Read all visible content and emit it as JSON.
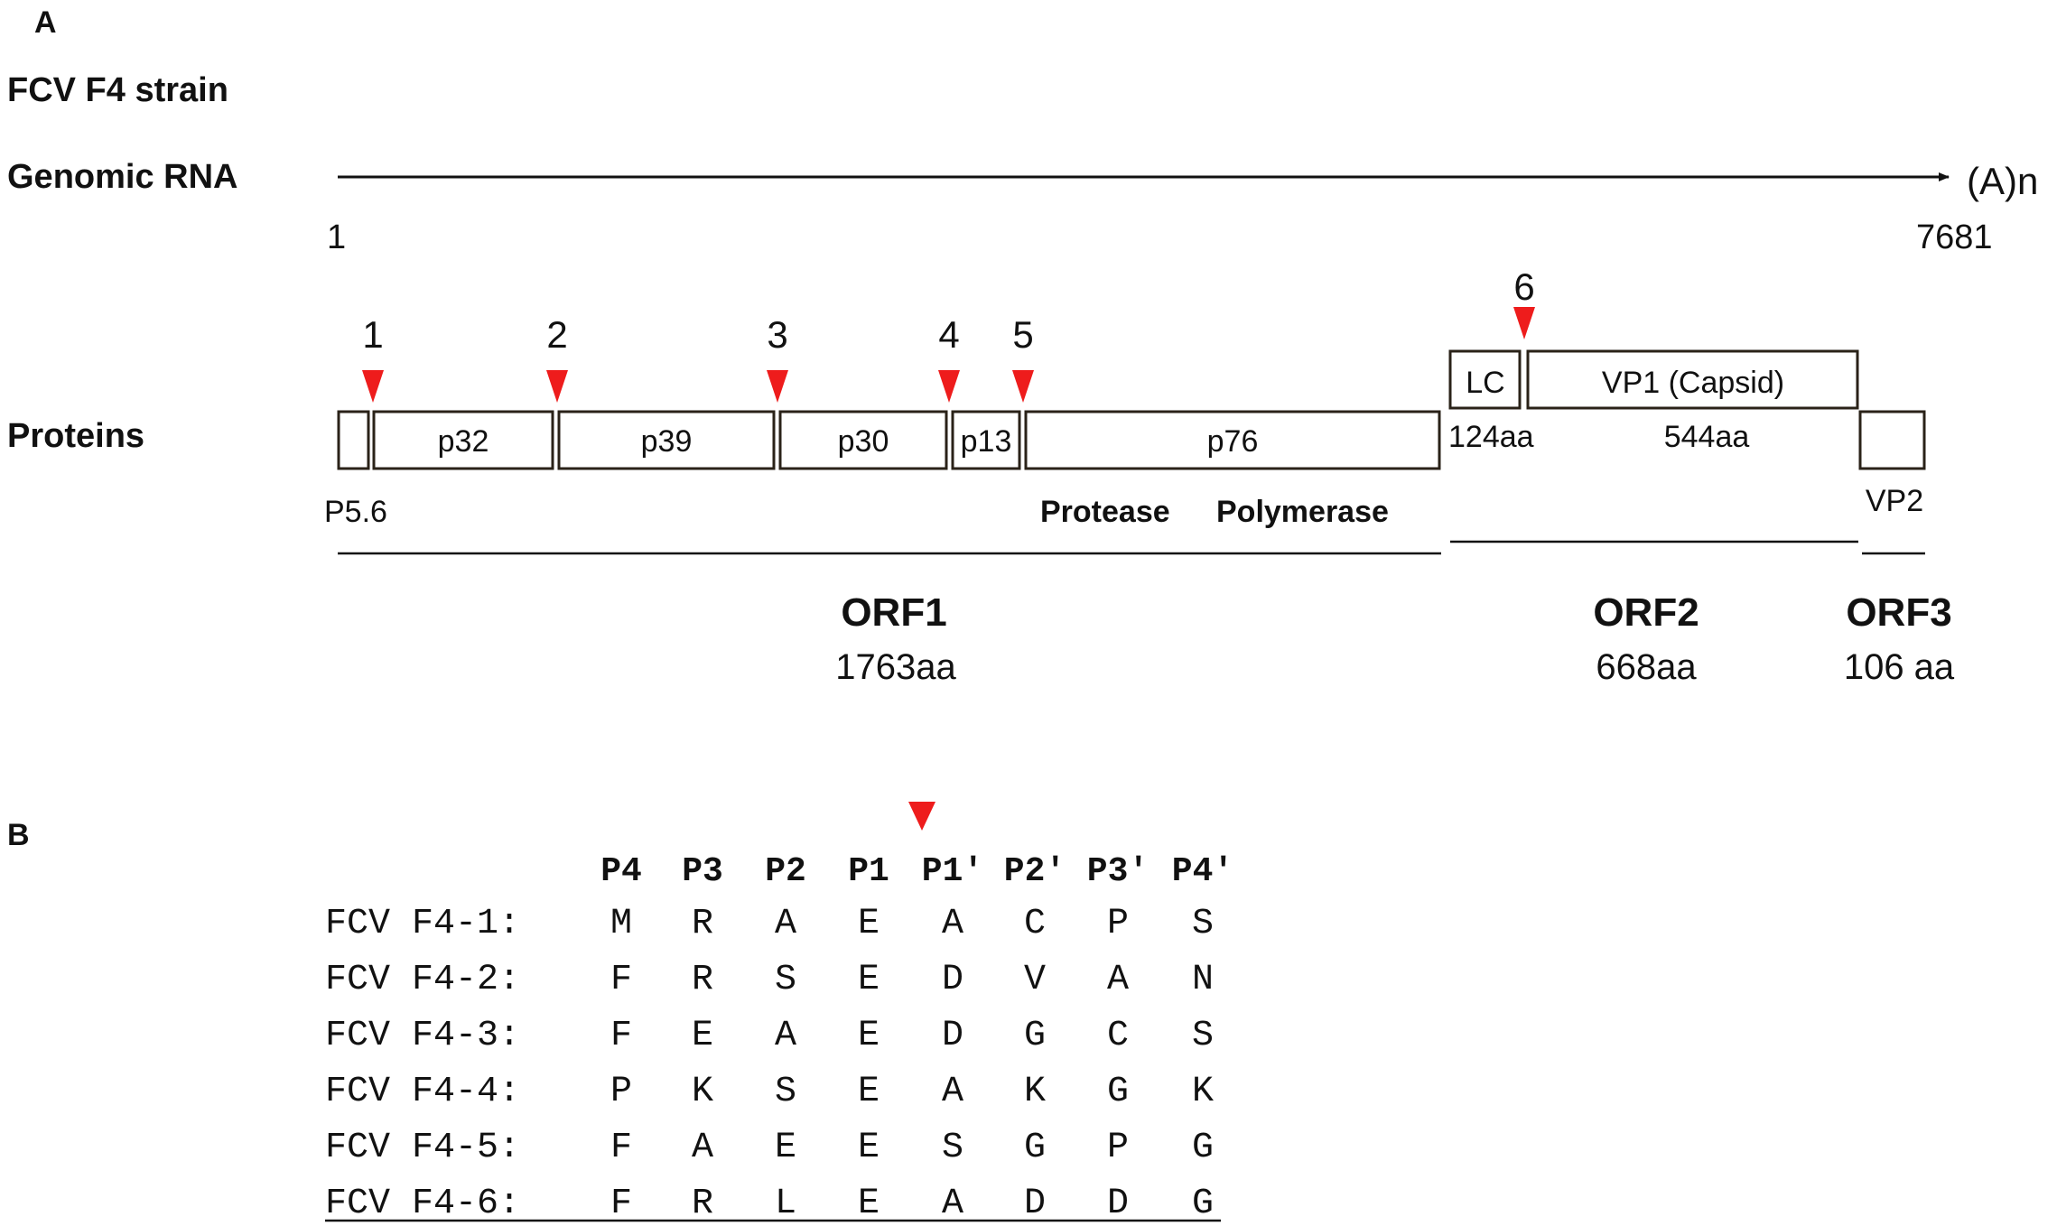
{
  "panel_a": {
    "panel_label": "A",
    "strain_title": "FCV F4 strain",
    "genomic_rna_label": "Genomic RNA",
    "poly_a_label": "(A)n",
    "genome_start": "1",
    "genome_end": "7681",
    "proteins_label": "Proteins",
    "proteins": [
      {
        "id": "p5_6",
        "label": ""
      },
      {
        "id": "p32",
        "label": "p32"
      },
      {
        "id": "p39",
        "label": "p39"
      },
      {
        "id": "p30",
        "label": "p30"
      },
      {
        "id": "p13",
        "label": "p13"
      },
      {
        "id": "p76",
        "label": "p76"
      },
      {
        "id": "lc",
        "label": "LC"
      },
      {
        "id": "vp1",
        "label": "VP1 (Capsid)"
      },
      {
        "id": "vp2",
        "label": ""
      }
    ],
    "p56_label": "P5.6",
    "protease_label": "Protease",
    "polymerase_label": "Polymerase",
    "lc_size": "124aa",
    "vp1_size": "544aa",
    "vp2_label": "VP2",
    "cleavage_sites": [
      "1",
      "2",
      "3",
      "4",
      "5",
      "6"
    ],
    "orfs": [
      {
        "name": "ORF1",
        "length": "1763aa"
      },
      {
        "name": "ORF2",
        "length": "668aa"
      },
      {
        "name": "ORF3",
        "length": "106 aa"
      }
    ],
    "arrow_color": "#ee1c1c"
  },
  "panel_b": {
    "panel_label": "B",
    "positions": [
      "P4",
      "P3",
      "P2",
      "P1",
      "P1′",
      "P2′",
      "P3′",
      "P4′"
    ],
    "rows": [
      {
        "label": "FCV F4-1:",
        "residues": [
          "M",
          "R",
          "A",
          "E",
          "A",
          "C",
          "P",
          "S"
        ]
      },
      {
        "label": "FCV F4-2:",
        "residues": [
          "F",
          "R",
          "S",
          "E",
          "D",
          "V",
          "A",
          "N"
        ]
      },
      {
        "label": "FCV F4-3:",
        "residues": [
          "F",
          "E",
          "A",
          "E",
          "D",
          "G",
          "C",
          "S"
        ]
      },
      {
        "label": "FCV F4-4:",
        "residues": [
          "P",
          "K",
          "S",
          "E",
          "A",
          "K",
          "G",
          "K"
        ]
      },
      {
        "label": "FCV F4-5:",
        "residues": [
          "F",
          "A",
          "E",
          "E",
          "S",
          "G",
          "P",
          "G"
        ]
      },
      {
        "label": "FCV F4-6:",
        "residues": [
          "F",
          "R",
          "L",
          "E",
          "A",
          "D",
          "D",
          "G"
        ]
      }
    ]
  }
}
